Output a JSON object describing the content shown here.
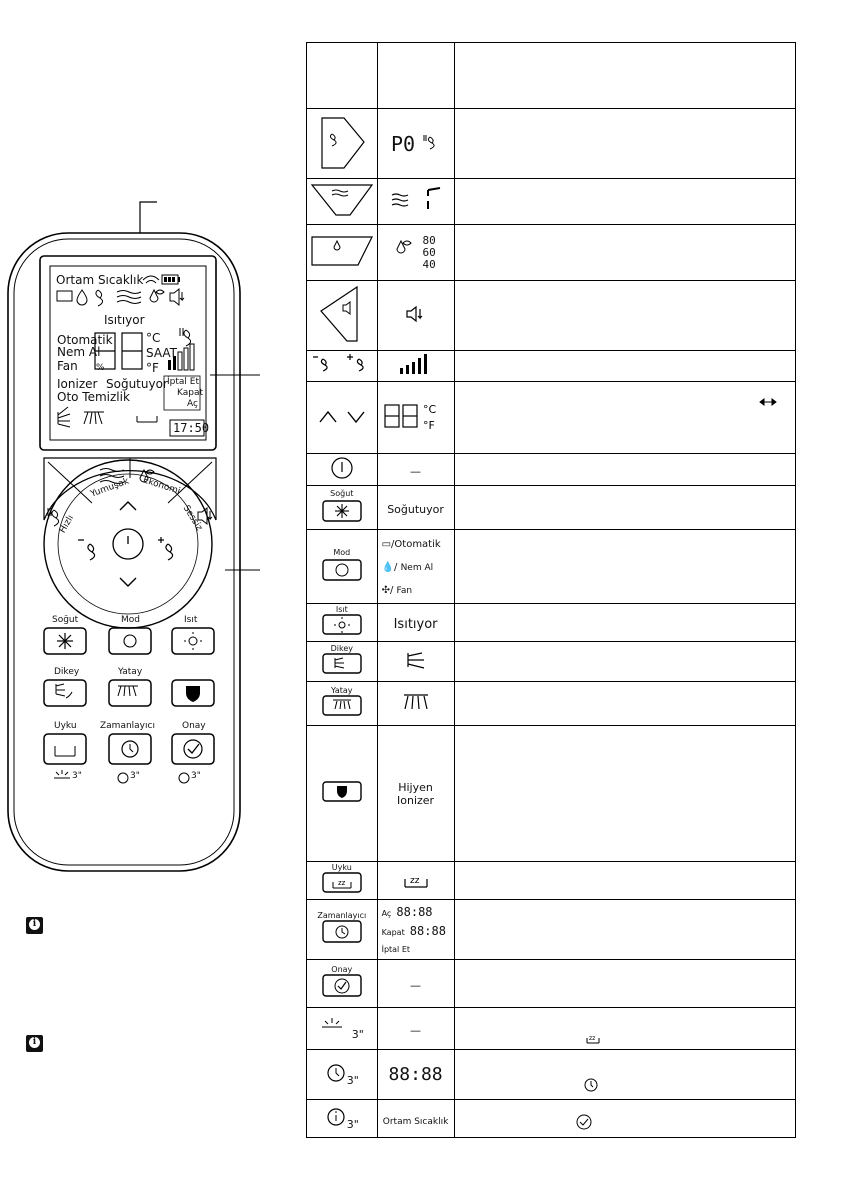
{
  "lcd": {
    "ambient": "Ortam Sıcaklık",
    "heating": "Isıtıyor",
    "auto": "Otomatik",
    "dry": "Nem Al",
    "fan": "Fan",
    "percent": "%",
    "celsius": "°C",
    "fahrenheit": "°F",
    "clock": "SAAT",
    "ionizer": "Ionizer",
    "cooling": "Soğutuyor",
    "selfclean": "Oto Temizlik",
    "cancel": "İptal Et",
    "off": "Kapat",
    "on": "Aç",
    "time": "17:50"
  },
  "ring": {
    "soft": "Yumuşak",
    "eco": "Ekonomi",
    "fast": "Hızlı",
    "silent": "Sessiz"
  },
  "buttons": {
    "cool": "Soğut",
    "mode": "Mod",
    "heat": "Isıt",
    "vertical": "Dikey",
    "horizontal": "Yatay",
    "sleep": "Uyku",
    "timer": "Zamanlayıcı",
    "confirm": "Onay",
    "three_sec": "3\""
  },
  "table": {
    "rows": [
      {
        "btn": "",
        "disp": "P0"
      },
      {
        "btn": "Yumuşak",
        "disp": ""
      },
      {
        "btn": "Ekonomi",
        "disp": "80 60 40"
      },
      {
        "btn": "Sessiz",
        "disp": ""
      },
      {
        "btn": "",
        "disp": ""
      },
      {
        "btn": "",
        "disp": "88 °C °F"
      },
      {
        "btn": "",
        "disp": "—"
      },
      {
        "btn": "Soğut",
        "disp": "Soğutuyor"
      },
      {
        "btn": "Mod",
        "disp_auto": "Otomatik",
        "disp_dry": "Nem Al",
        "disp_fan": "Fan"
      },
      {
        "btn": "Isıt",
        "disp": "Isıtıyor"
      },
      {
        "btn": "Dikey",
        "disp": ""
      },
      {
        "btn": "Yatay",
        "disp": ""
      },
      {
        "btn": "",
        "disp1": "Hijyen",
        "disp2": "Ionizer"
      },
      {
        "btn": "Uyku",
        "disp": ""
      },
      {
        "btn": "Zamanlayıcı",
        "on": "Aç",
        "off": "Kapat",
        "cancel": "İptal Et",
        "clock": "88:88"
      },
      {
        "btn": "Onay",
        "disp": "—"
      },
      {
        "btn": "3\"",
        "disp": "—"
      },
      {
        "btn": "3\"",
        "disp": "88:88"
      },
      {
        "btn": "3\"",
        "disp": "Ortam Sıcaklık"
      }
    ]
  }
}
